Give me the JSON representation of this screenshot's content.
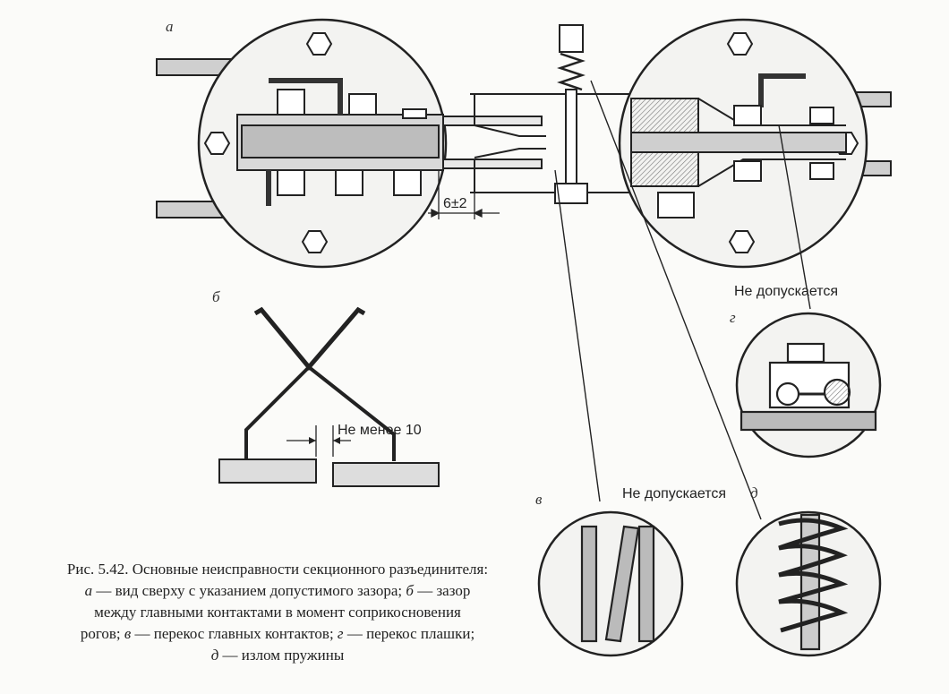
{
  "panels": {
    "a": "а",
    "b": "б",
    "v": "в",
    "g": "г",
    "d": "д"
  },
  "annotations": {
    "gap_dimension": "6±2",
    "min_gap": "Не менее 10",
    "not_allowed_g": "Не допускается",
    "not_allowed_v": "Не допускается"
  },
  "caption": {
    "line1": "Рис. 5.42. Основные неисправности секционного разъединителя:",
    "line2_mark": "а",
    "line2_text": " — вид сверху с указанием допустимого зазора; ",
    "line2_mark2": "б",
    "line2_text2": " — зазор",
    "line3": "между главными контактами в момент соприкосновения",
    "line4_text": "рогов; ",
    "line4_mark": "в",
    "line4_text2": " — перекос главных контактов; ",
    "line4_mark2": "г",
    "line4_text3": " — перекос плашки;",
    "line5_mark": "д",
    "line5_text": " — излом пружины"
  },
  "colors": {
    "ink": "#222222",
    "paper": "#fbfbf9",
    "shade": "#9a9a9a"
  }
}
